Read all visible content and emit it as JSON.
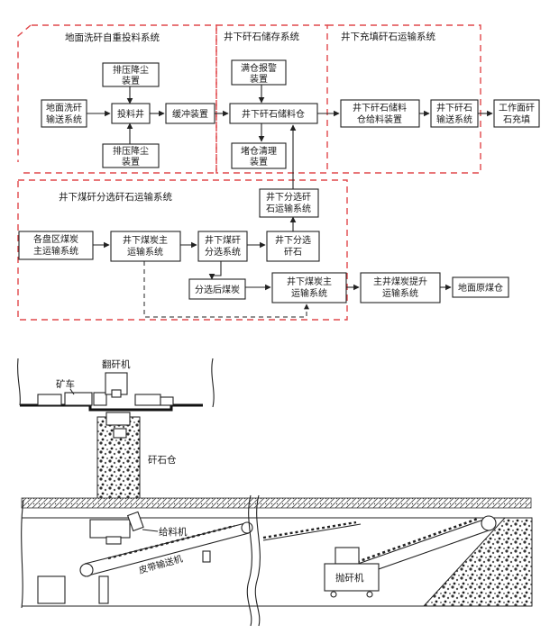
{
  "flowchart": {
    "regions": {
      "surface_feed": "地面洗矸自重投料系统",
      "underground_storage": "井下矸石储存系统",
      "underground_fill": "井下充填矸石运输系统",
      "coal_separation": "井下煤矸分选矸石运输系统"
    },
    "boxes": {
      "dust1": [
        "排压降尘",
        "装置"
      ],
      "dust2": [
        "排压降尘",
        "装置"
      ],
      "surface_conveyor": [
        "地面洗矸",
        "输送系统"
      ],
      "feed_shaft": [
        "投料井"
      ],
      "buffer": [
        "缓冲装置"
      ],
      "bin": [
        "井下矸石储料仓"
      ],
      "full_alarm": [
        "满仓报警",
        "装置"
      ],
      "clean": [
        "堵仓清理",
        "装置"
      ],
      "bin_feeder": [
        "井下矸石储料",
        "仓给料装置"
      ],
      "fill_conveyor": [
        "井下矸石",
        "输送系统"
      ],
      "face_fill": [
        "工作面矸",
        "石充填"
      ],
      "sep_transport": [
        "井下分选矸",
        "石运输系统"
      ],
      "district_coal": [
        "各盘区煤炭",
        "主运输系统"
      ],
      "main_coal1": [
        "井下煤炭主",
        "运输系统"
      ],
      "separation": [
        "井下煤矸",
        "分选系统"
      ],
      "sep_gangue": [
        "井下分选",
        "矸石"
      ],
      "sep_coal": [
        "分选后煤炭"
      ],
      "main_coal2": [
        "井下煤炭主",
        "运输系统"
      ],
      "hoist": [
        "主井煤炭提升",
        "运输系统"
      ],
      "raw_bunker": [
        "地面原煤仓"
      ]
    }
  },
  "illustration": {
    "labels": {
      "tipper": "翻矸机",
      "mine_car": "矿车",
      "bin": "矸石仓",
      "feeder": "给料机",
      "belt": "皮带输送机",
      "thrower": "抛矸机"
    }
  }
}
